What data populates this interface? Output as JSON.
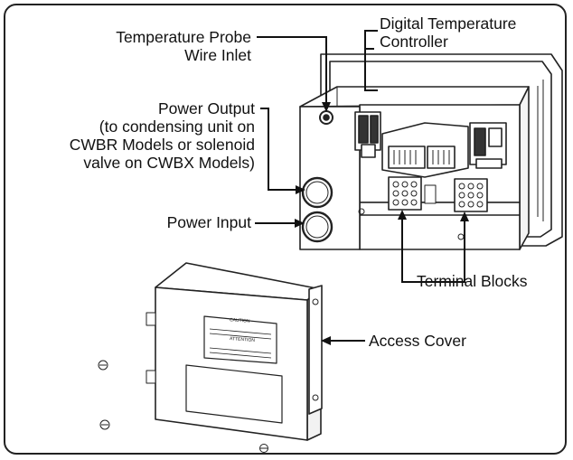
{
  "labels": {
    "probe_inlet": [
      "Temperature Probe",
      "Wire Inlet"
    ],
    "controller": [
      "Digital Temperature",
      "Controller"
    ],
    "power_output": [
      "Power Output",
      "(to condensing unit on",
      "CWBR Models or solenoid",
      "valve on CWBX Models)"
    ],
    "power_input": "Power Input",
    "terminal_blocks": "Terminal Blocks",
    "access_cover": "Access Cover"
  },
  "cover_plate_text": [
    "CAUTION",
    "ATTENTION"
  ],
  "colors": {
    "line": "#222222",
    "background": "#ffffff"
  }
}
